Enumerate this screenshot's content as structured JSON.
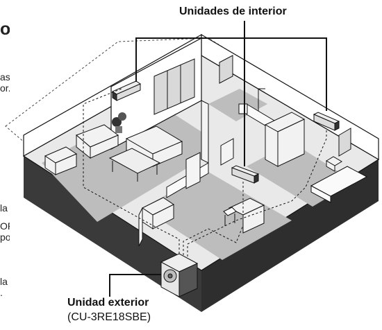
{
  "labels": {
    "indoor_units": "Unidades de interior",
    "outdoor_unit": "Unidad exterior",
    "outdoor_model": "(CU-3RE18SBE)"
  },
  "cropped_text": {
    "heading_end": "o",
    "line_a1": "as",
    "line_a2": "or.",
    "line_b": "la",
    "line_c1": "OR",
    "line_c2": "po",
    "line_d1": "la",
    "line_d2": "."
  },
  "colors": {
    "wall_dark": "#3a3a3a",
    "wall_light": "#ffffff",
    "floor": "#bdbdbd",
    "line": "#111111"
  }
}
